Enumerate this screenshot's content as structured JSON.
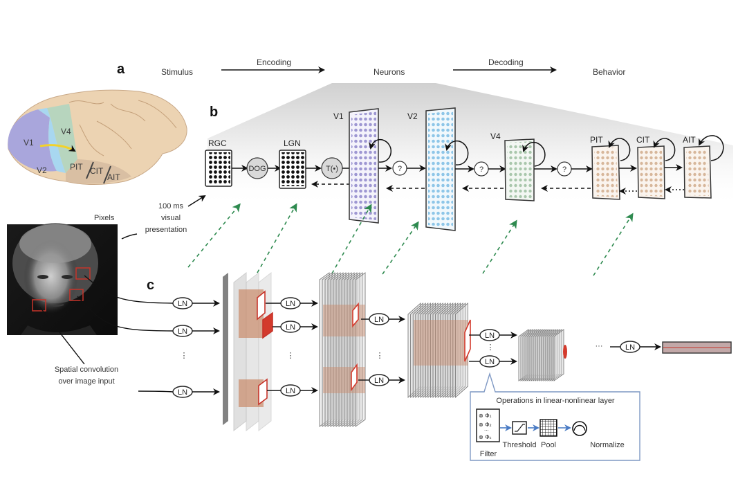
{
  "panels": {
    "a": "a",
    "b": "b",
    "c": "c"
  },
  "panel_a": {
    "stimulus": "Stimulus",
    "encoding": "Encoding",
    "neurons": "Neurons",
    "decoding": "Decoding",
    "behavior": "Behavior"
  },
  "brain": {
    "labels": [
      "V1",
      "V4",
      "V2",
      "PIT",
      "CIT",
      "AIT"
    ],
    "colors": {
      "v1": "#a9a6dc",
      "v2": "#a8d7f0",
      "v4": "#b7d5be",
      "it": "#d9bfa3",
      "cortex": "#ecd3b2"
    }
  },
  "panel_b": {
    "rgc": "RGC",
    "dog": "DOG",
    "lgn": "LGN",
    "threshold": "T(•)",
    "v1": "V1",
    "v2": "V2",
    "v4": "V4",
    "pit": "PIT",
    "cit": "CIT",
    "ait": "AIT",
    "unknown": "?",
    "presentation": [
      "100 ms",
      "visual",
      "presentation"
    ],
    "dot_colors": {
      "v1": "#9e97d2",
      "v2": "#8ec6e8",
      "v4": "#a9c7ac",
      "it": "#d7b79b"
    }
  },
  "panel_c": {
    "pixels": "Pixels",
    "spatial": [
      "Spatial convolution",
      "over image input"
    ],
    "ln": "LN",
    "ellipsis_v": "⋮",
    "ellipsis_h": "···",
    "ops_title": "Operations in linear-nonlinear layer",
    "filter_items": [
      "⊗ Φ₁",
      "⊗ Φ₂",
      "⊗ Φₖ"
    ],
    "filter": "Filter",
    "threshold": "Threshold",
    "pool": "Pool",
    "normalize": "Normalize",
    "accent": "#4a7bc4",
    "highlight": "#d33a2c"
  }
}
